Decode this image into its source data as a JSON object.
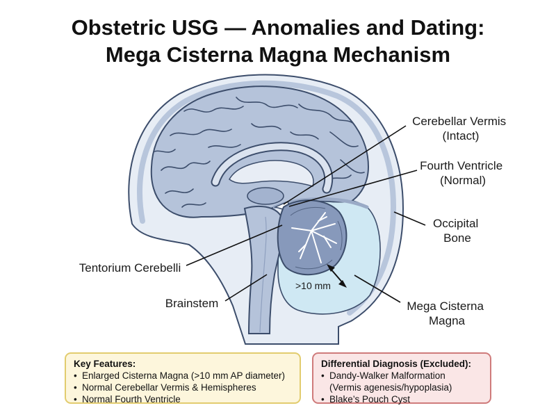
{
  "title": {
    "line1": "Obstetric USG — Anomalies and Dating:",
    "line2": "Mega Cisterna Magna Mechanism"
  },
  "labels": {
    "vermis_line1": "Cerebellar Vermis",
    "vermis_line2": "(Intact)",
    "fourth_line1": "Fourth Ventricle",
    "fourth_line2": "(Normal)",
    "occipital_line1": "Occipital",
    "occipital_line2": "Bone",
    "tentorium": "Tentorium Cerebelli",
    "brainstem": "Brainstem",
    "mega_line1": "Mega Cisterna",
    "mega_line2": "Magna",
    "measurement": ">10 mm"
  },
  "key_features": {
    "heading": "Key Features:",
    "items": [
      "Enlarged Cisterna Magna (>10 mm AP diameter)",
      "Normal Cerebellar Vermis & Hemispheres",
      "Normal Fourth Ventricle"
    ]
  },
  "differential": {
    "heading": "Differential Diagnosis (Excluded):",
    "items": [
      "Dandy-Walker Malformation",
      "(Vermis agenesis/hypoplasia)",
      "Blake’s Pouch Cyst"
    ]
  },
  "colors": {
    "head_skin": "#e7edf5",
    "brain_fill": "#b5c3da",
    "outline": "#3c4d6b",
    "fluid": "#cfe8f3",
    "key_box_bg": "#fdf6dc",
    "key_box_border": "#e2cc6e",
    "diff_box_bg": "#fae6e6",
    "diff_box_border": "#cf7b7b"
  }
}
